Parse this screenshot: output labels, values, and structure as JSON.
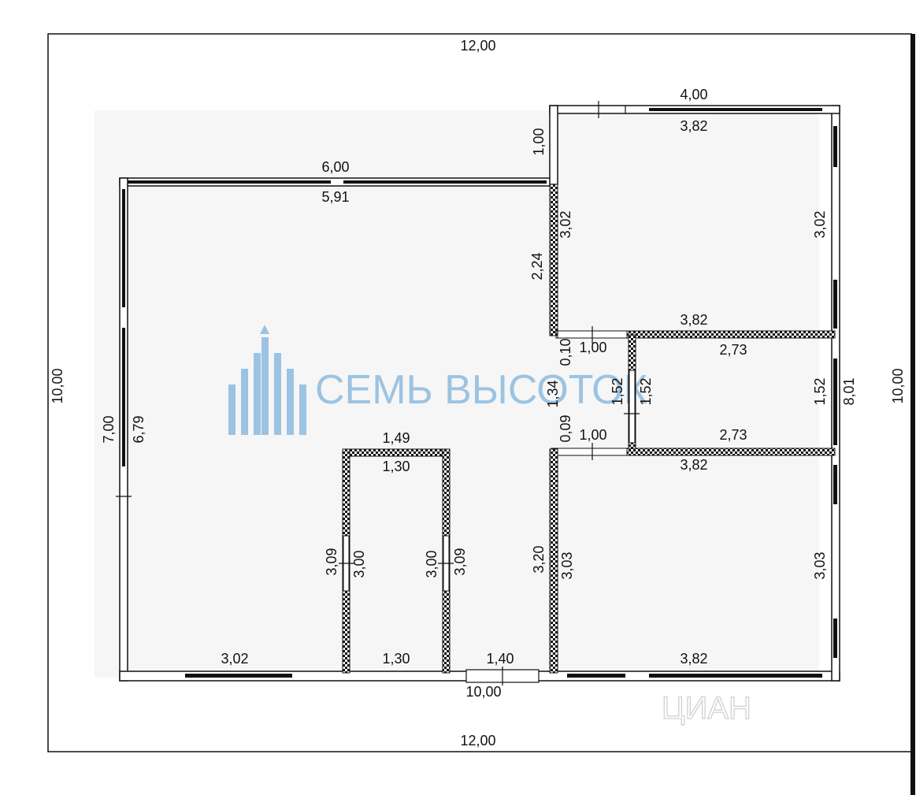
{
  "watermark": {
    "text": "СЕМЬ ВЫСОТОК",
    "color": "#7fb3dc"
  },
  "watermark_corner": {
    "text": "ЦИАН"
  },
  "colors": {
    "wall": "#111111",
    "wall_fill": "#ffffff",
    "watermark": "#7fb3dc"
  },
  "dimensions": {
    "outer_top": "12,00",
    "outer_bottom": "12,00",
    "outer_left": "10,00",
    "outer_right": "10,00",
    "top_right_outer": "4,00",
    "top_right_inner": "3,82",
    "top_right_height": "1,00",
    "top_left_outer": "6,00",
    "top_left_inner": "5,91",
    "partition_upper_outer": "2,24",
    "room_ne_left": "3,02",
    "room_ne_right": "3,02",
    "room_ne_bottom": "3,82",
    "door_ne": "1,00",
    "gap_upper": "0,10",
    "room_mid_top": "2,73",
    "corridor_left": "1,34",
    "room_mid_left_a": "1,52",
    "room_mid_left_b": "1,52",
    "room_mid_right": "1,52",
    "right_mid_outer": "8,01",
    "gap_lower": "0,09",
    "door_se": "1,00",
    "room_mid_bottom": "2,73",
    "room_se_top": "3,82",
    "left_outer": "7,00",
    "left_inner": "6,79",
    "bath_top_outer": "1,49",
    "bath_top_inner": "1,30",
    "bath_left_outer": "3,09",
    "bath_left_inner": "3,00",
    "bath_right_inner": "3,00",
    "bath_right_outer": "3,09",
    "partition_lower_outer": "3,20",
    "room_se_left": "3,03",
    "room_se_right": "3,03",
    "bottom_left": "3,02",
    "bath_bottom": "1,30",
    "entrance": "1,40",
    "bottom_right": "3,82",
    "bottom_total": "10,00"
  }
}
